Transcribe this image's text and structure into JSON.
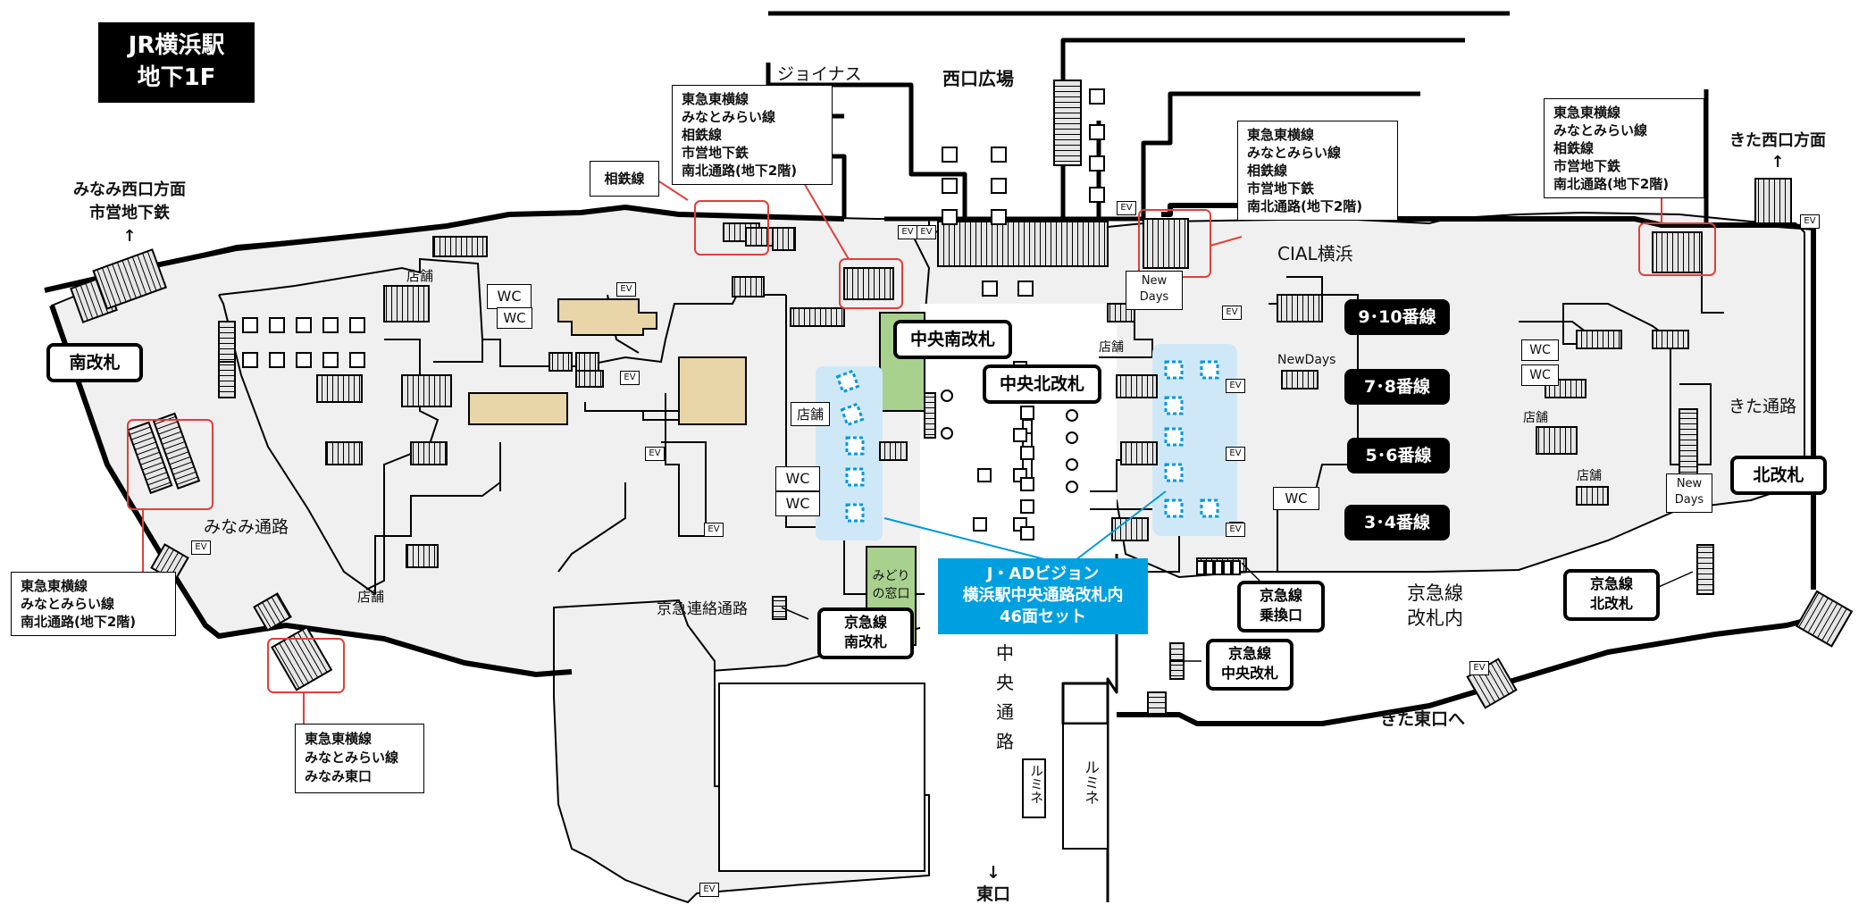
{
  "title": {
    "line1": "JR横浜駅",
    "line2": "地下1F"
  },
  "places": {
    "joinus": "ジョイナス",
    "nishiguchi": "西口広場",
    "cial": "CIAL横浜",
    "minami_dori": "みなみ通路",
    "kita_dori": "きた通路",
    "keikyu_renraku": "京急連絡通路",
    "keikyu_kaisatsu_line1": "京急線",
    "keikyu_kaisatsu_line2": "改札内",
    "chuo_dori": [
      "中",
      "央",
      "通",
      "路"
    ],
    "lumine": "ルミネ"
  },
  "directions": {
    "minami_nishi_line1": "みなみ西口方面",
    "minami_nishi_line2": "市営地下鉄",
    "kita_nishi": "きた西口方面",
    "kita_higashi": "きた東口へ",
    "higashiguchi": "東口",
    "up_arrow": "↑",
    "down_arrow": "↓"
  },
  "gates": {
    "minami": "南改札",
    "kita": "北改札",
    "chuo_minami": "中央南改札",
    "chuo_kita": "中央北改札",
    "keikyu_minami": [
      "京急線",
      "南改札"
    ],
    "keikyu_kita": [
      "京急線",
      "北改札"
    ],
    "keikyu_norikae": [
      "京急線",
      "乗換口"
    ],
    "keikyu_chuo": [
      "京急線",
      "中央改札"
    ]
  },
  "platforms": [
    "9･10番線",
    "7･8番線",
    "5･6番線",
    "3･4番線"
  ],
  "info_boxes": {
    "top_left": [
      "東急東横線",
      "みなとみらい線",
      "相鉄線",
      "市営地下鉄",
      "南北通路(地下2階)"
    ],
    "sotetsu": "相鉄線",
    "top_center": [
      "東急東横線",
      "みなとみらい線",
      "相鉄線",
      "市営地下鉄",
      "南北通路(地下2階)"
    ],
    "top_right": [
      "東急東横線",
      "みなとみらい線",
      "相鉄線",
      "市営地下鉄",
      "南北通路(地下2階)"
    ],
    "left": [
      "東急東横線",
      "みなとみらい線",
      "南北通路(地下2階)"
    ],
    "bottom_left": [
      "東急東横線",
      "みなとみらい線",
      "みなみ東口"
    ]
  },
  "facilities": {
    "shop": "店舗",
    "wc": "WC",
    "ev": "EV",
    "newdays": "NewDays",
    "newdays_split": [
      "New",
      "Days"
    ],
    "midori_split": [
      "みどり",
      "の窓口"
    ]
  },
  "ad": {
    "lines": [
      "J・ADビジョン",
      "横浜駅中央通路改札内",
      "46面セット"
    ]
  },
  "colors": {
    "floor": "#f0f0f0",
    "wall": "#000000",
    "ad_highlight": "#cfe8f7",
    "ad_box": "#00a0e0",
    "ad_screen": "#0099dd",
    "green_office": "#a9d18e",
    "tan_shop": "#e8d5a8",
    "callout": "#e0403a"
  }
}
